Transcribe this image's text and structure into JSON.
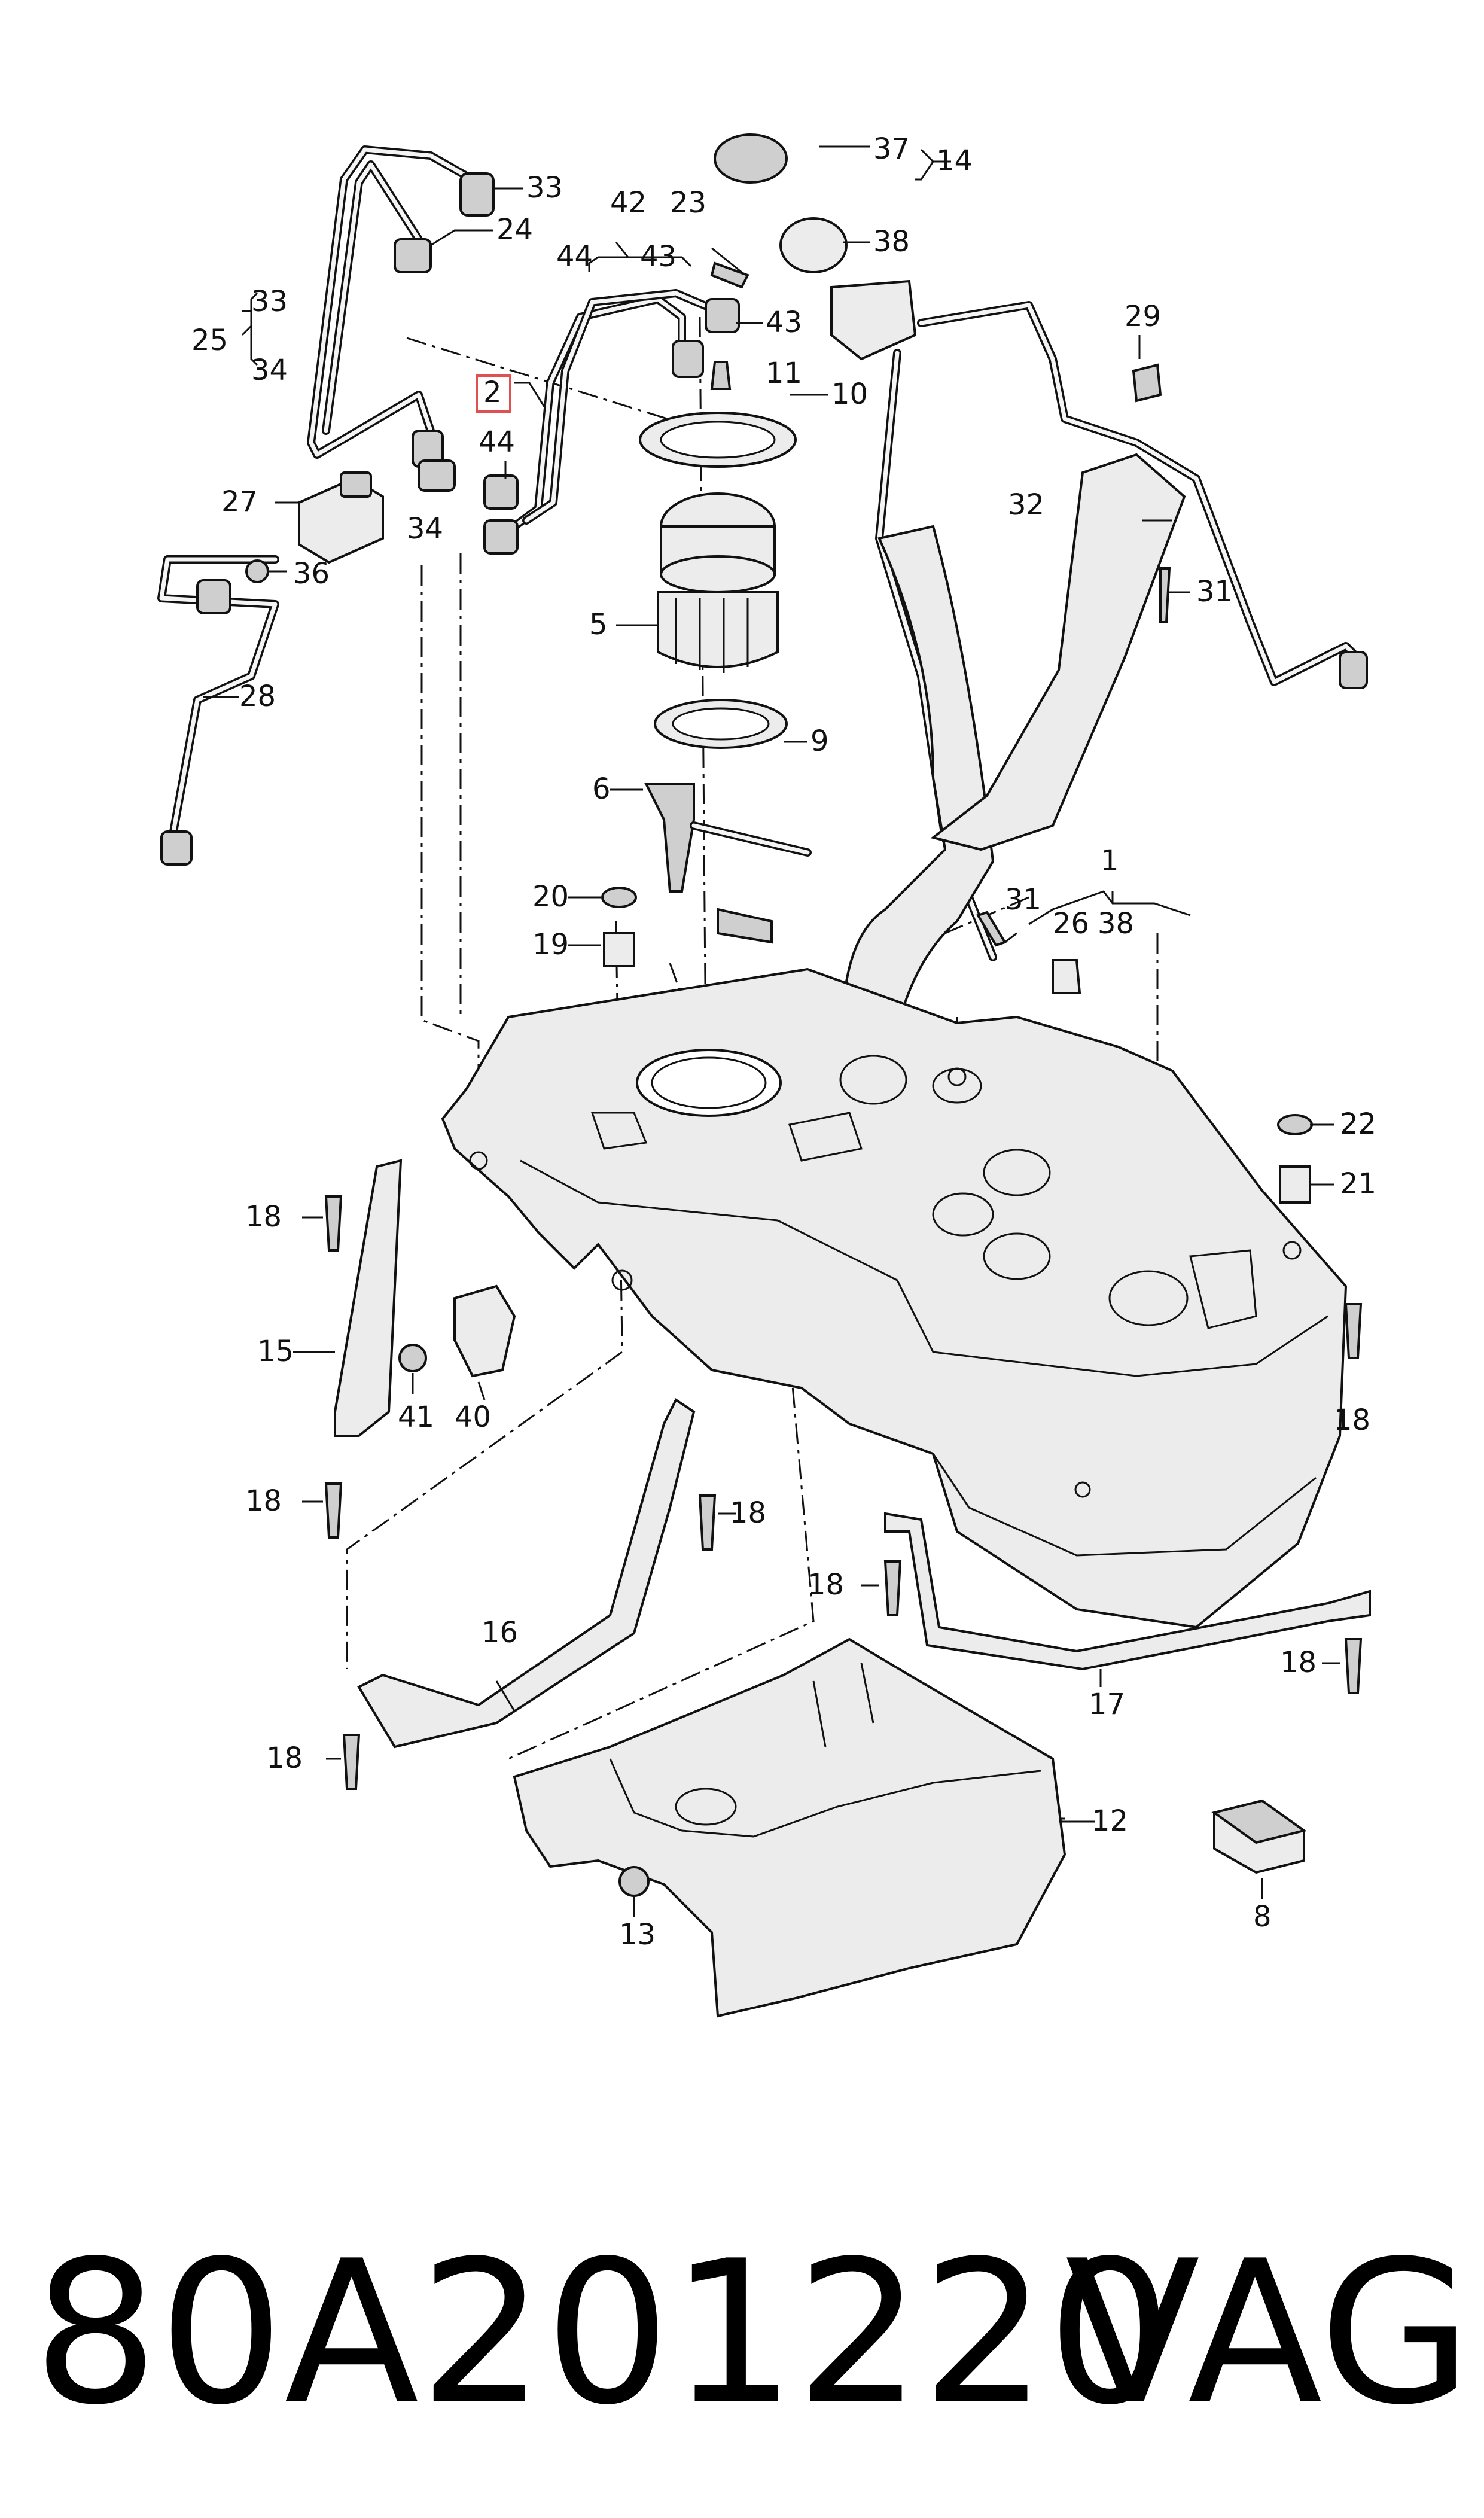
{
  "callouts": {
    "c1": "1",
    "c2": "2",
    "c5": "5",
    "c6": "6",
    "c8": "8",
    "c9": "9",
    "c10": "10",
    "c11": "11",
    "c12": "12",
    "c13": "13",
    "c14": "14",
    "c15": "15",
    "c16": "16",
    "c17": "17",
    "c18": "18",
    "c19": "19",
    "c20": "20",
    "c21": "21",
    "c22": "22",
    "c23": "23",
    "c24": "24",
    "c25": "25",
    "c26": "26",
    "c27": "27",
    "c28": "28",
    "c29": "29",
    "c31": "31",
    "c32": "32",
    "c33": "33",
    "c34": "34",
    "c36": "36",
    "c37": "37",
    "c38": "38",
    "c40": "40",
    "c41": "41",
    "c42": "42",
    "c43": "43",
    "c44": "44"
  },
  "footer": {
    "part_number": "80A201220",
    "brand": "VAG"
  },
  "colors": {
    "line": "#111111",
    "part_fill": "#ececec",
    "highlight_box": "#e05050"
  }
}
